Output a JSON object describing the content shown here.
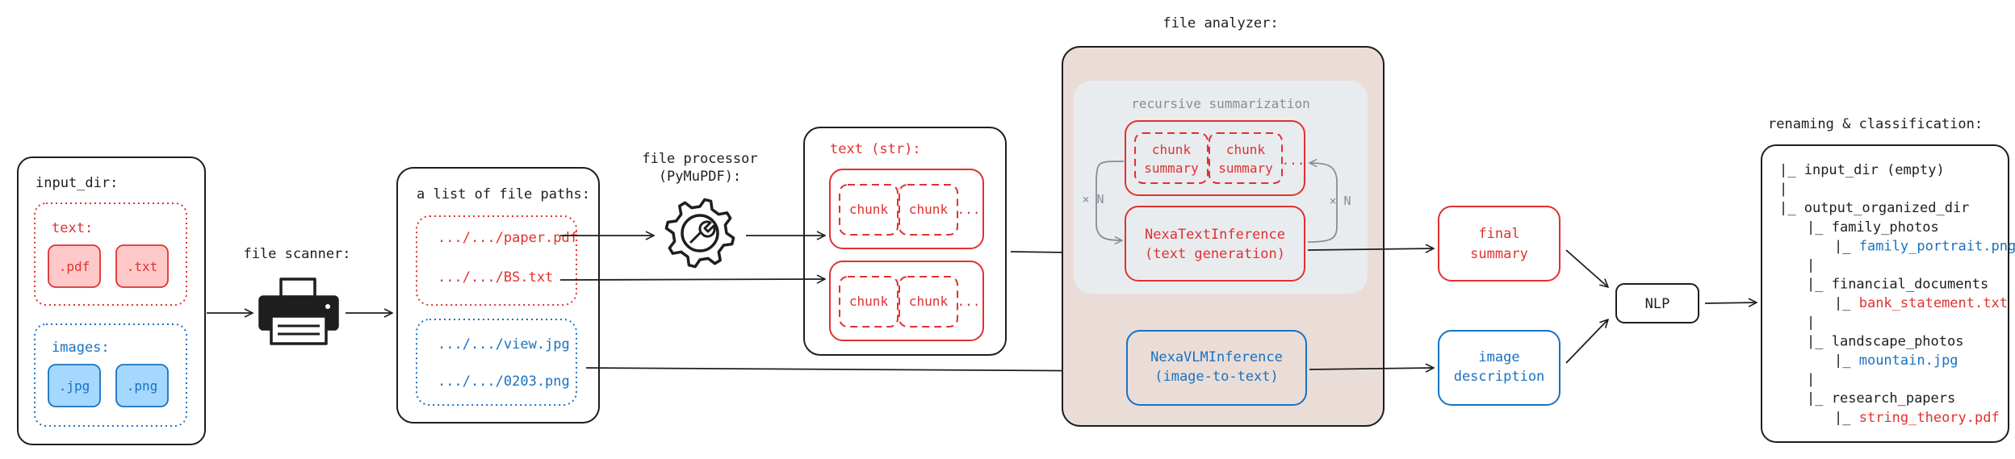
{
  "colors": {
    "ink": "#1e1e1e",
    "red": "#e03131",
    "red_fill": "#ffc9c9",
    "blue": "#1971c2",
    "blue_fill": "#a5d8ff",
    "gray": "#868e96",
    "gray_fill": "#e9ecef",
    "analyzer_fill": "#eaddd7"
  },
  "input_dir": {
    "title": "input_dir:",
    "text_group": {
      "label": "text:",
      "items": [
        ".pdf",
        ".txt"
      ]
    },
    "images_group": {
      "label": "images:",
      "items": [
        ".jpg",
        ".png"
      ]
    }
  },
  "file_scanner": {
    "label": "file scanner:",
    "icon": "printer-icon"
  },
  "file_list": {
    "title": "a list of file paths:",
    "text_paths": [
      ".../.../paper.pdf",
      ".../.../BS.txt"
    ],
    "image_paths": [
      ".../.../view.jpg",
      ".../.../0203.png"
    ]
  },
  "file_processor": {
    "label_line1": "file processor",
    "label_line2": "(PyMuPDF):",
    "icon": "gear-wrench-icon"
  },
  "text_str": {
    "title": "text (str):",
    "chunk_label": "chunk",
    "ellipsis": "..."
  },
  "file_analyzer": {
    "title": "file analyzer:",
    "recursive": {
      "title": "recursive summarization",
      "chunk_summary": [
        "chunk",
        "summary"
      ],
      "ellipsis": "...",
      "loop_label": "× N"
    },
    "text_inference": {
      "line1": "NexaTextInference",
      "line2": "(text generation)"
    },
    "vlm_inference": {
      "line1": "NexaVLMInference",
      "line2": "(image-to-text)"
    }
  },
  "final_summary": {
    "line1": "final",
    "line2": "summary"
  },
  "image_description": {
    "line1": "image",
    "line2": "description"
  },
  "nlp": {
    "label": "NLP"
  },
  "renaming": {
    "title": "renaming & classification:",
    "tree": [
      {
        "prefix": "|_ ",
        "text": "input_dir (empty)",
        "tone": "ink"
      },
      {
        "prefix": "|",
        "text": "",
        "tone": "ink"
      },
      {
        "prefix": "|_ ",
        "text": "output_organized_dir",
        "tone": "ink"
      },
      {
        "prefix": "|_ ",
        "text": "family_photos",
        "tone": "ink"
      },
      {
        "prefix": "|_ ",
        "text": "family_portrait.png",
        "tone": "blue"
      },
      {
        "prefix": "|",
        "text": "",
        "tone": "ink"
      },
      {
        "prefix": "|_ ",
        "text": "financial_documents",
        "tone": "ink"
      },
      {
        "prefix": "|_ ",
        "text": "bank_statement.txt",
        "tone": "red"
      },
      {
        "prefix": "|",
        "text": "",
        "tone": "ink"
      },
      {
        "prefix": "|_ ",
        "text": "landscape_photos",
        "tone": "ink"
      },
      {
        "prefix": "|_ ",
        "text": "mountain.jpg",
        "tone": "blue"
      },
      {
        "prefix": "|",
        "text": "",
        "tone": "ink"
      },
      {
        "prefix": "|_ ",
        "text": "research_papers",
        "tone": "ink"
      },
      {
        "prefix": "|_ ",
        "text": "string_theory.pdf",
        "tone": "red"
      }
    ]
  }
}
